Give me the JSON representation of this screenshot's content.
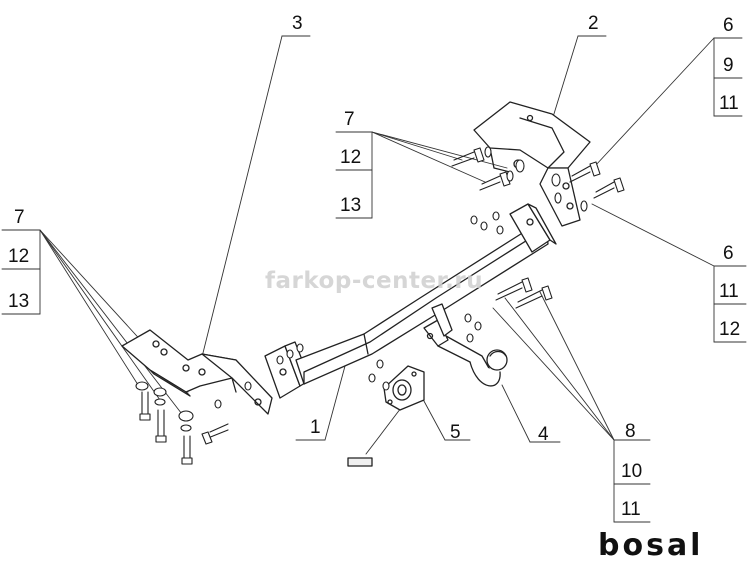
{
  "watermark": "farkop-center.ru",
  "brand": {
    "name": "bosal"
  },
  "callouts": [
    {
      "id": "c3",
      "text": "3"
    },
    {
      "id": "c2",
      "text": "2"
    },
    {
      "id": "c6a",
      "text": "6"
    },
    {
      "id": "c9",
      "text": "9"
    },
    {
      "id": "c11a",
      "text": "11"
    },
    {
      "id": "c7a",
      "text": "7"
    },
    {
      "id": "c12a",
      "text": "12"
    },
    {
      "id": "c13a",
      "text": "13"
    },
    {
      "id": "c7b",
      "text": "7"
    },
    {
      "id": "c12b",
      "text": "12"
    },
    {
      "id": "c13b",
      "text": "13"
    },
    {
      "id": "c6b",
      "text": "6"
    },
    {
      "id": "c11b",
      "text": "11"
    },
    {
      "id": "c12c",
      "text": "12"
    },
    {
      "id": "c1",
      "text": "1"
    },
    {
      "id": "c5",
      "text": "5"
    },
    {
      "id": "c4",
      "text": "4"
    },
    {
      "id": "c8",
      "text": "8"
    },
    {
      "id": "c10",
      "text": "10"
    },
    {
      "id": "c11c",
      "text": "11"
    }
  ]
}
